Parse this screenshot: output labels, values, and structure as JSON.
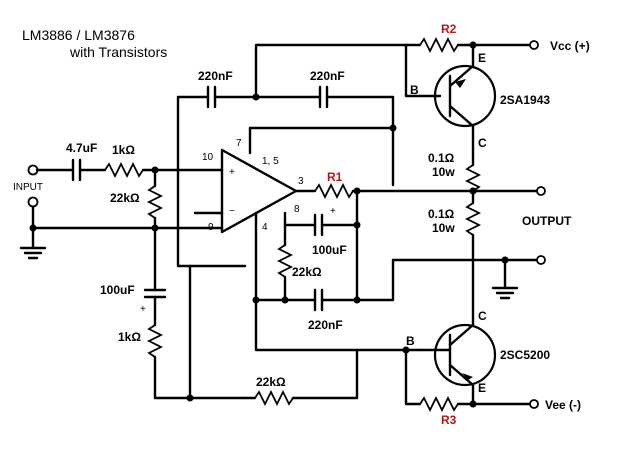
{
  "title": {
    "line1": "LM3886 / LM3876",
    "line2": "with Transistors"
  },
  "labels": {
    "input": "INPUT",
    "output": "OUTPUT",
    "vcc": "Vcc (+)",
    "vee": "Vee (-)"
  },
  "components": {
    "c_in": "4.7uF",
    "r_in": "1kΩ",
    "r_bias": "22kΩ",
    "c_fb_top_left": "220nF",
    "c_fb_top_right": "220nF",
    "c_gnd": "100uF",
    "r_gnd": "1kΩ",
    "r_fb_bottom": "22kΩ",
    "r1": "R1",
    "r2": "R2",
    "r3": "R3",
    "c_mid": "100uF",
    "r_mid": "22kΩ",
    "c_low": "220nF",
    "re_top": "0.1Ω",
    "re_top_w": "10w",
    "re_bot": "0.1Ω",
    "re_bot_w": "10w",
    "q_top": "2SA1943",
    "q_bot": "2SC5200"
  },
  "pins": {
    "p10": "10",
    "p7": "7",
    "p15": "1, 5",
    "p3": "3",
    "p8": "8",
    "p9": "9",
    "p4": "4",
    "plus": "+",
    "minus": "−",
    "cplus1": "+",
    "cplus2": "+",
    "q_top_b": "B",
    "q_top_e": "E",
    "q_top_c": "C",
    "q_bot_b": "B",
    "q_bot_c": "C",
    "q_bot_e": "E"
  }
}
